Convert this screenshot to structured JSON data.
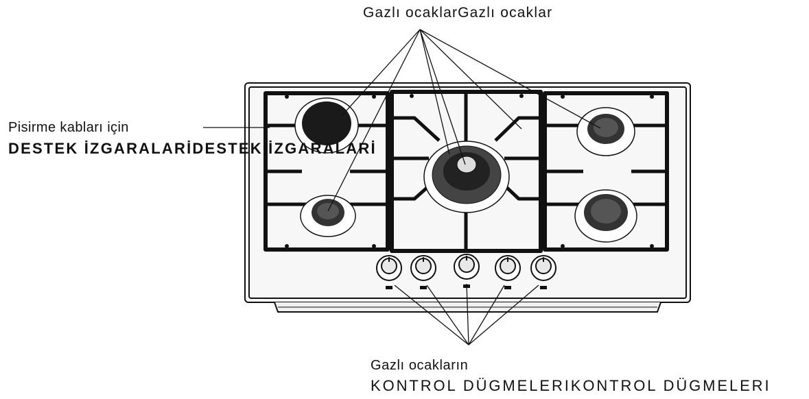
{
  "labels": {
    "top": "Gazlı ocaklarGazlı ocaklar",
    "left_line1": "Pisirme kabları için",
    "left_line2": "DESTEK  İZGARALARİDESTEK  İZGARALARİ",
    "bottom_line1": "Gazlı ocakların",
    "bottom_line2": "KONTROL DÜGMELERIKONTROL DÜGMELERI"
  },
  "colors": {
    "ink": "#111111",
    "panel": "#f6f6f6",
    "burner_dark": "#1a1a1a",
    "burner_mid": "#555555"
  }
}
